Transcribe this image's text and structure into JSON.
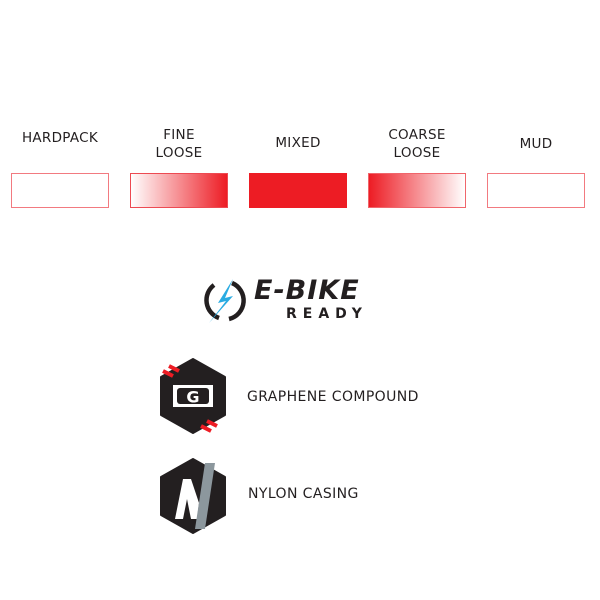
{
  "terrain": {
    "accent_color": "#ed1c24",
    "items": [
      {
        "label_lines": [
          "HARDPACK"
        ],
        "fill": "none",
        "level": 0
      },
      {
        "label_lines": [
          "FINE",
          "LOOSE"
        ],
        "fill": "gradient-increasing",
        "level": 0.5
      },
      {
        "label_lines": [
          "MIXED"
        ],
        "fill": "solid",
        "level": 1
      },
      {
        "label_lines": [
          "COARSE",
          "LOOSE"
        ],
        "fill": "gradient-decreasing",
        "level": 0.5
      },
      {
        "label_lines": [
          "MUD"
        ],
        "fill": "none",
        "level": 0
      }
    ]
  },
  "ebike_badge": {
    "line1": "E-BIKE",
    "line2": "READY",
    "icon": "lightning-bolt-icon",
    "bolt_color": "#29abe2"
  },
  "features": [
    {
      "label": "GRAPHENE COMPOUND",
      "icon": "graphene-g-hexagon-icon"
    },
    {
      "label": "NYLON CASING",
      "icon": "nylon-n-hexagon-icon"
    }
  ]
}
